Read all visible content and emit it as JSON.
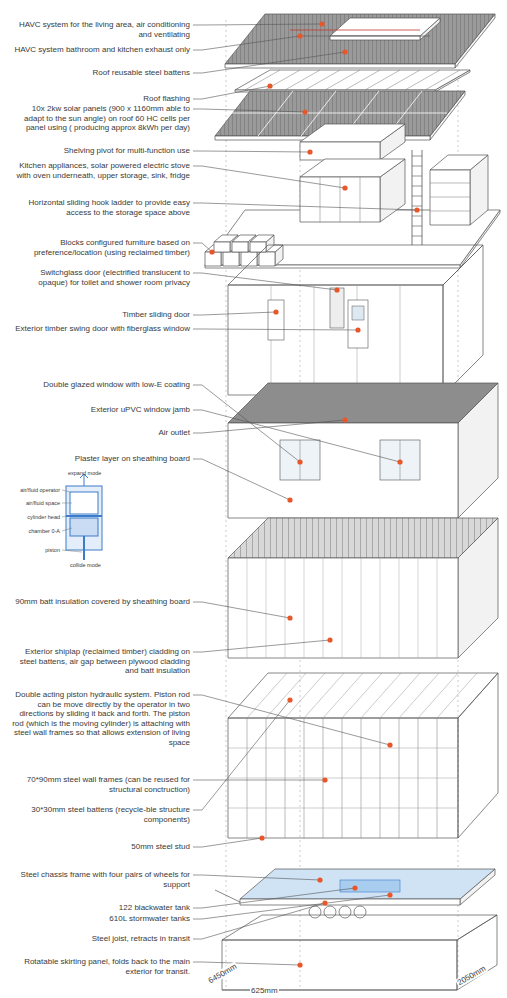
{
  "diagram": {
    "labels": [
      "HAVC system for the living area, air conditioning and ventilating",
      "HAVC system bathroom and kitchen exhaust only",
      "Roof reusable steel battens",
      "Roof flashing",
      "10x 2kw solar panels (900 x 1160mm able to adapt to the sun angle) on roof 60 HC cells per panel using ( producing approx 8kWh per day)",
      "Shelving pivot for multi-function use",
      "Kitchen appliances, solar powered electric stove with oven underneath, upper storage, sink, fridge",
      "Horizontal sliding hook ladder to provide easy access to the storage space above",
      "Blocks configured furniture based on preference/location (using reclaimed timber)",
      "Switchglass door (electrified translucent to opaque) for toilet and shower room privacy",
      "Timber sliding door",
      "Exterior timber swing door with fiberglass window",
      "Double glazed window with low-E coating",
      "Exterior uPVC window jamb",
      "Air outlet",
      "Plaster layer on sheathing board",
      "expand mode",
      "air/fluid operator",
      "air/fluid space",
      "cylinder head",
      "chamber 0-A",
      "piston",
      "collide mode",
      "90mm batt insulation covered by sheathing board",
      "Exterior shiplap (reclaimed timber) cladding on steel battens, air gap between plywood cladding and batt insulation",
      "Double acting piston hydraulic system. Piston rod can be move directly by the operator in two directions by sliding it back and forth. The piston rod (which is the moving cylinder) is attaching with steel wall frames so that allows extension of living space",
      "70*90mm steel wall frames (can be reused for structural conctruction)",
      "30*30mm steel battens (recycle-ble structure components)",
      "50mm steel stud",
      "Steel chassis frame with four pairs of wheels for support",
      "122 blackwater tank",
      "610L stormwater tanks",
      "Steel joist, retracts in transit",
      "Rotatable skirting panel, folds back to the main exterior for transit.",
      "6450mm",
      "625mm",
      "2050mm"
    ]
  }
}
